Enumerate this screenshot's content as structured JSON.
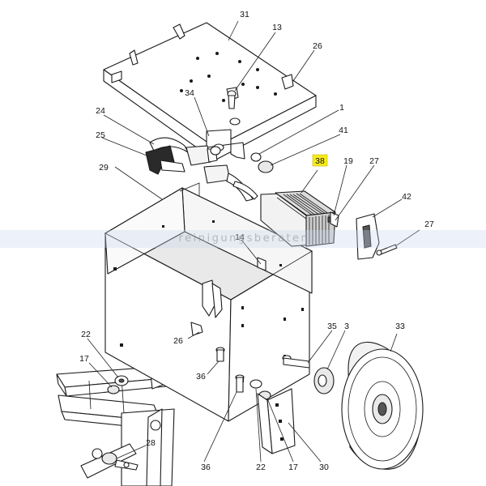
{
  "diagram": {
    "callouts": [
      {
        "key": "p31",
        "label": "31"
      },
      {
        "key": "p13",
        "label": "13"
      },
      {
        "key": "p26a",
        "label": "26"
      },
      {
        "key": "p34",
        "label": "34"
      },
      {
        "key": "p1",
        "label": "1"
      },
      {
        "key": "p24",
        "label": "24"
      },
      {
        "key": "p41",
        "label": "41"
      },
      {
        "key": "p25",
        "label": "25"
      },
      {
        "key": "p38",
        "label": "38",
        "highlight": true
      },
      {
        "key": "p19",
        "label": "19"
      },
      {
        "key": "p27a",
        "label": "27"
      },
      {
        "key": "p29",
        "label": "29"
      },
      {
        "key": "p42",
        "label": "42"
      },
      {
        "key": "p27b",
        "label": "27"
      },
      {
        "key": "p14",
        "label": "14"
      },
      {
        "key": "p35",
        "label": "35"
      },
      {
        "key": "p3",
        "label": "3"
      },
      {
        "key": "p33",
        "label": "33"
      },
      {
        "key": "p22a",
        "label": "22"
      },
      {
        "key": "p26b",
        "label": "26"
      },
      {
        "key": "p17a",
        "label": "17"
      },
      {
        "key": "p36a",
        "label": "36"
      },
      {
        "key": "p28",
        "label": "28"
      },
      {
        "key": "p36b",
        "label": "36"
      },
      {
        "key": "p22b",
        "label": "22"
      },
      {
        "key": "p17b",
        "label": "17"
      },
      {
        "key": "p30",
        "label": "30"
      }
    ],
    "highlight_color": "#f7ea1c"
  },
  "watermark": {
    "text": "reinigungsberater"
  }
}
